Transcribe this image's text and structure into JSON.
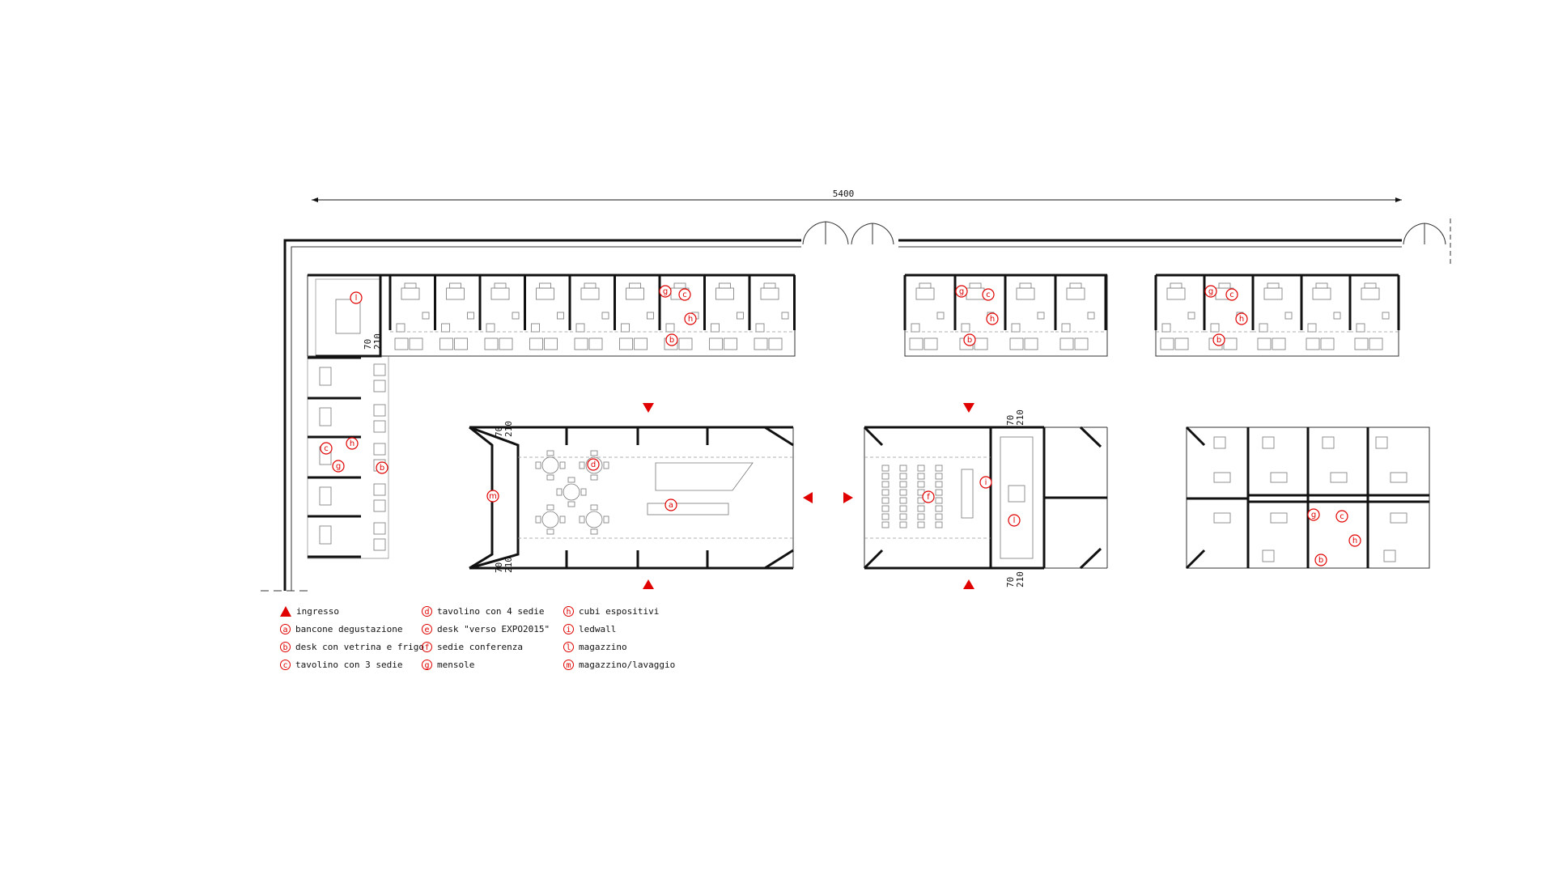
{
  "dimensions": {
    "overall": "5400",
    "d70": "70",
    "d210": "210"
  },
  "labels": [
    "a",
    "b",
    "c",
    "d",
    "e",
    "f",
    "g",
    "h",
    "i",
    "l",
    "m"
  ],
  "legend": [
    {
      "key": "entrance",
      "icon": "entrance-triangle-icon",
      "text": "ingresso"
    },
    {
      "key": "a",
      "text": "bancone degustazione"
    },
    {
      "key": "b",
      "text": "desk con vetrina e frigo"
    },
    {
      "key": "c",
      "text": "tavolino con 3 sedie"
    },
    {
      "key": "d",
      "text": "tavolino con 4 sedie"
    },
    {
      "key": "e",
      "text": "desk \"verso EXPO2015\""
    },
    {
      "key": "f",
      "text": "sedie conferenza"
    },
    {
      "key": "g",
      "text": "mensole"
    },
    {
      "key": "h",
      "text": "cubi espositivi"
    },
    {
      "key": "i",
      "text": "ledwall"
    },
    {
      "key": "l",
      "text": "magazzino"
    },
    {
      "key": "m",
      "text": "magazzino/lavaggio"
    }
  ],
  "colors": {
    "accent": "#e00000",
    "line": "#111111"
  }
}
